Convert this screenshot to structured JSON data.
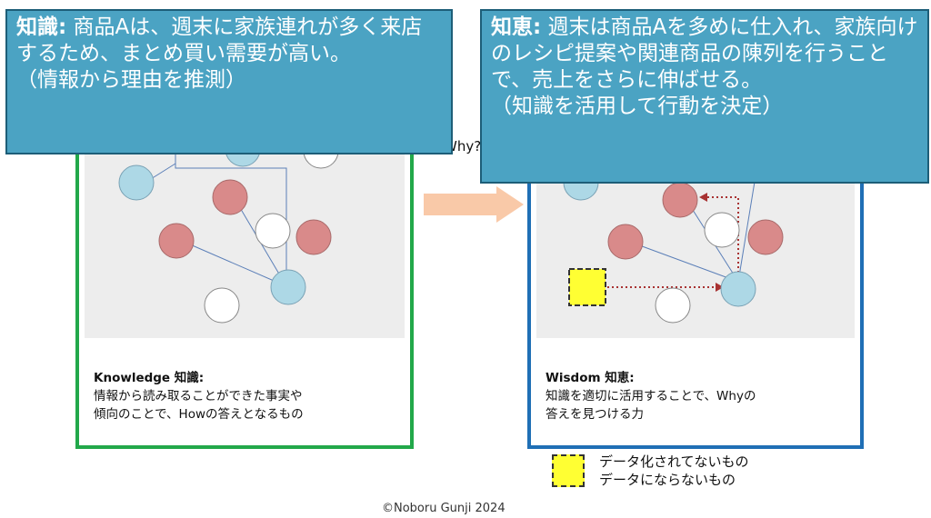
{
  "callouts": {
    "knowledge": {
      "head": "知識:",
      "body": "商品Aは、週末に家族連れが多く来店するため、まとめ買い需要が高い。",
      "note": "（情報から理由を推測）"
    },
    "wisdom": {
      "head": "知恵:",
      "body": "週末は商品Aを多めに仕入れ、家族向けのレシピ提案や関連商品の陳列を行うことで、売上をさらに伸ばせる。",
      "note": "（知識を活用して行動を決定）"
    }
  },
  "panels": {
    "knowledge": {
      "title": "Knowledge 知識:",
      "desc_line1": "情報から読み取ることができた事実や",
      "desc_line2": "傾向のことで、Howの答えとなるもの"
    },
    "wisdom": {
      "title": "Wisdom 知恵:",
      "desc_line1": "知識を適切に活用することで、Whyの",
      "desc_line2": "答えを見つける力"
    }
  },
  "why_label": "Why?",
  "legend": {
    "line1": "データ化されてないもの",
    "line2": "データにならないもの"
  },
  "footer": "©Noboru Gunji 2024",
  "colors": {
    "knowledge_border": "#22a84a",
    "wisdom_border": "#1f6fb5",
    "callout_fill": "#4ba3c3",
    "node_blue": "#add8e6",
    "node_red": "#d98a8a",
    "unstructured_data": "#ffff33",
    "arrow": "#f9c9a8"
  }
}
